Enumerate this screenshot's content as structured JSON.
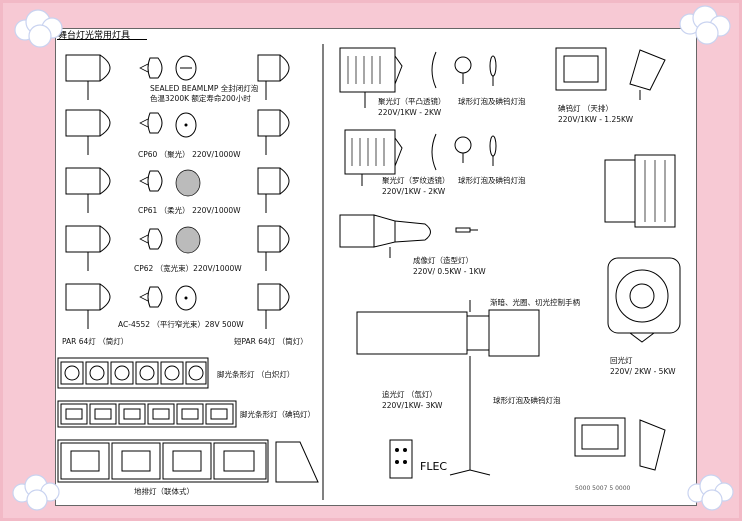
{
  "title": "舞台灯光常用灯具",
  "labels": {
    "sealed": "SEALED BEAMLMP  全封闭灯泡",
    "sealed2": "色温3200K 额定寿命200小时",
    "cp60": "CP60 （聚光） 220V/1000W",
    "cp61": "CP61 （柔光） 220V/1000W",
    "cp62": "CP62 （宽光束）220V/1000W",
    "ac4552": "AC-4552 （平行窄光束）28V 500W",
    "par64": "PAR 64灯 （筒灯）",
    "short_par64": "短PAR 64灯 （筒灯）",
    "footlight_color": "脚光条形灯 （白炽灯）",
    "footlight_iodine": "脚光条形灯（碘钨灯）",
    "ground_row": "地排灯（联体式）",
    "spot_plano": "聚光灯（平凸透镜）",
    "spot_plano_v": "220V/1KW - 2KW",
    "bulb_types_1": "球形灯泡及碘钨灯泡",
    "spot_fresnel": "聚光灯（罗纹透镜）",
    "spot_fresnel_v": "220V/1KW - 2KW",
    "bulb_types_2": "球形灯泡及碘钨灯泡",
    "iodine_flood": "碘钨灯 （天排）",
    "iodine_flood_v": "220V/1KW - 1.25KW",
    "profile": "成像灯（造型灯）",
    "profile_v": "220V/ 0.5KW - 1KW",
    "follow_ctrl": "渐暗、光圈、切光控制手柄",
    "follow": "追光灯 （氙灯）",
    "follow_v": "220V/1KW- 3KW",
    "bulb_types_3": "球形灯泡及碘钨灯泡",
    "cyc": "回光灯",
    "cyc_v": "220V/ 2KW - 5KW",
    "small_caption": "5000 5007  5 0000"
  }
}
